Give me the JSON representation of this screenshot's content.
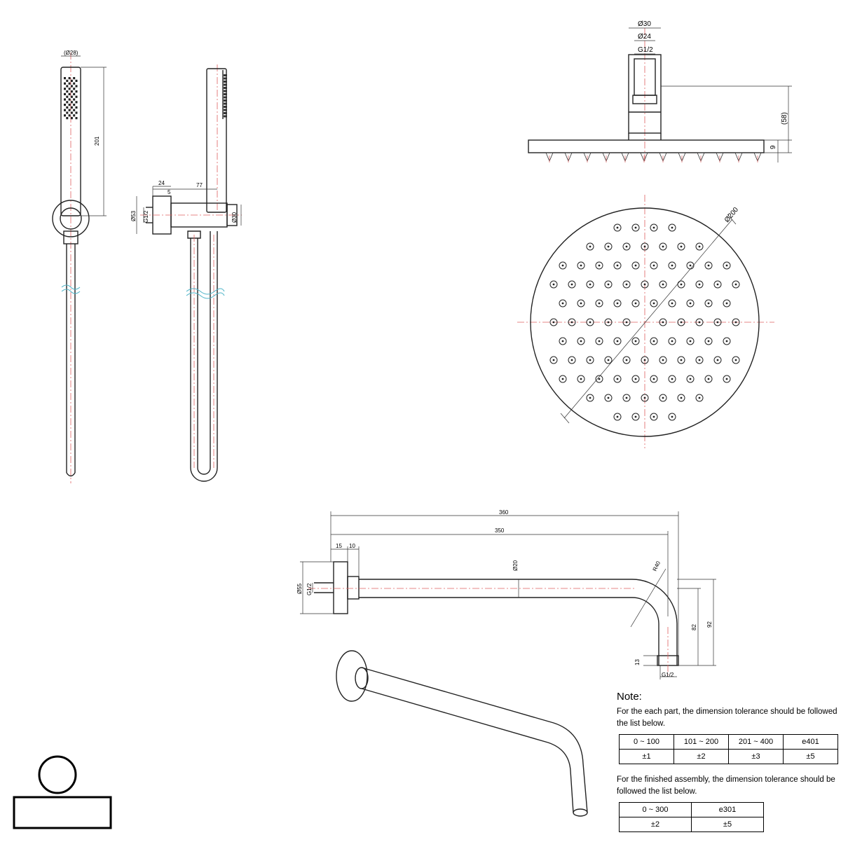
{
  "hand_shower": {
    "dim_head_diameter": "(Ø28)",
    "dim_length": "201",
    "dim_bracket_offset": "24",
    "dim_bracket_depth": "77",
    "dim_small": "5",
    "dim_flange": "Ø53",
    "dim_thread": "G1/2",
    "dim_holder": "Ø30"
  },
  "shower_head": {
    "dim_outer": "Ø30",
    "dim_inner": "Ø24",
    "dim_thread": "G1/2",
    "dim_height": "(58)",
    "dim_thickness": "9",
    "dim_diameter": "Ø200"
  },
  "shower_arm": {
    "dim_overall": "360",
    "dim_length": "350",
    "dim_flange_15": "15",
    "dim_flange_10": "10",
    "dim_pipe": "Ø20",
    "dim_radius": "R40",
    "dim_flange_dia": "Ø55",
    "dim_thread_in": "G1/2",
    "dim_thread_out": "G1/2",
    "dim_drop_82": "82",
    "dim_drop_92": "92",
    "dim_13": "13"
  },
  "notes": {
    "title": "Note:",
    "part_text": "For the each part, the dimension tolerance should be followed the list below.",
    "part_table": {
      "ranges": [
        "0 ~ 100",
        "101 ~ 200",
        "201 ~ 400",
        "e401"
      ],
      "tolerances": [
        "±1",
        "±2",
        "±3",
        "±5"
      ]
    },
    "assembly_text": "For the finished assembly, the dimension tolerance should be followed the list below.",
    "assembly_table": {
      "ranges": [
        "0 ~ 300",
        "e301"
      ],
      "tolerances": [
        "±2",
        "±5"
      ]
    }
  },
  "logo": {
    "icon": "shower-valve-logo-icon"
  }
}
